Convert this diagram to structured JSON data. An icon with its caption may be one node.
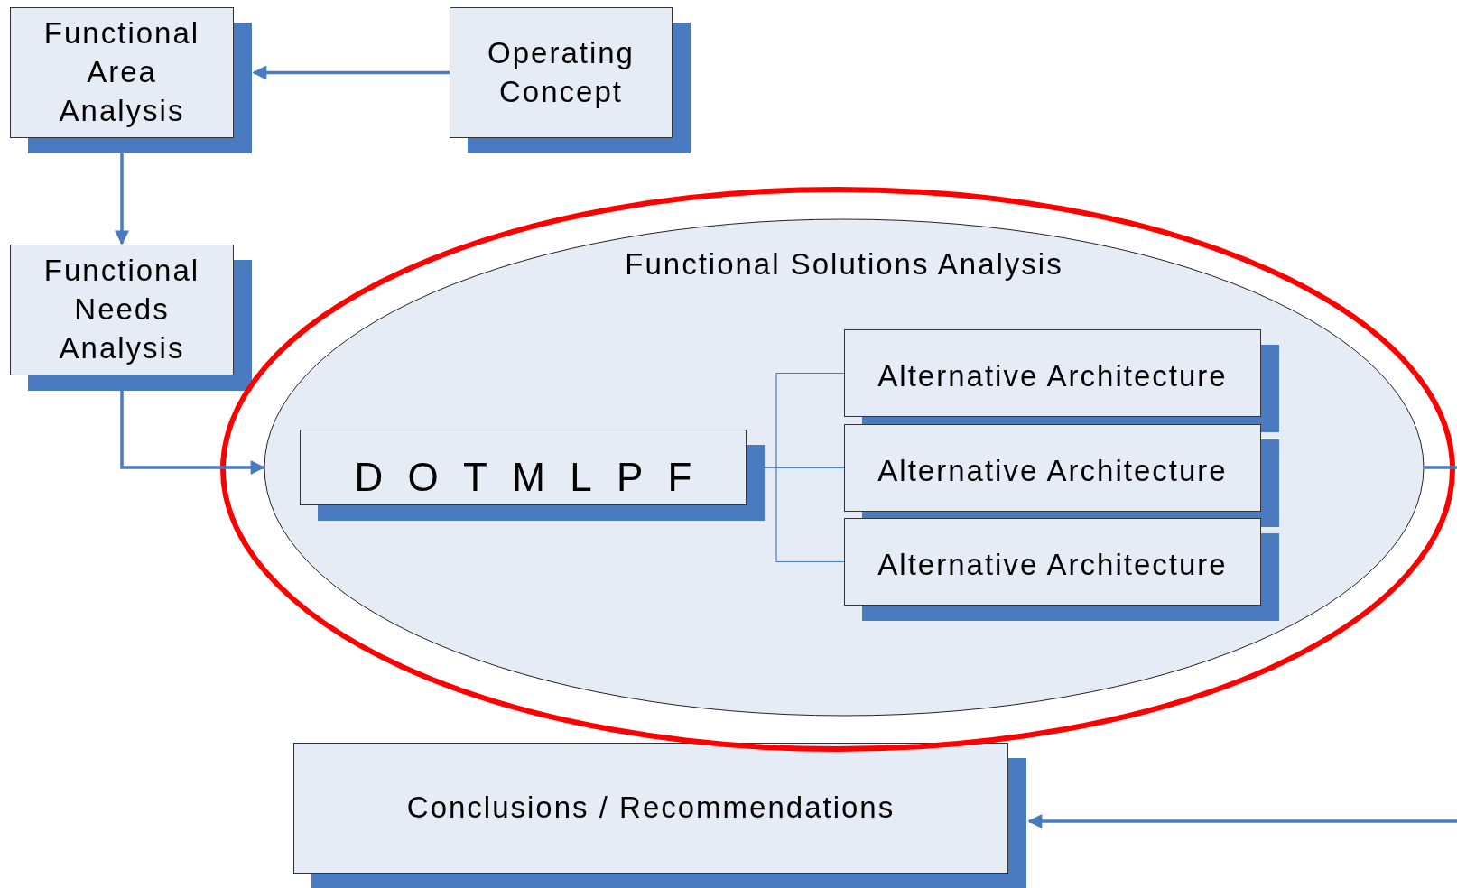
{
  "diagram": {
    "nodes": [
      {
        "text": [
          "Functional Area Analysis"
        ]
      },
      {
        "text": [
          "Operating Concept"
        ]
      },
      {
        "text": [
          "Functional Needs Analysis"
        ]
      },
      {
        "text": [
          "Functional Solutions Analysis"
        ]
      },
      {
        "text": [
          "DOTMLPF"
        ],
        "in": 3
      },
      {
        "text": [
          "Alternative Architecture"
        ],
        "in": 3
      },
      {
        "text": [
          "Alternative Architecture"
        ],
        "in": 3
      },
      {
        "text": [
          "Alternative Architecture"
        ],
        "in": 3
      },
      {
        "text": [
          "Conclusions / Recommendations"
        ]
      }
    ],
    "edges": [
      {
        "from": 1,
        "to": 0,
        "arrow": "to"
      },
      {
        "from": 0,
        "to": 2,
        "arrow": "to"
      },
      {
        "from": 2,
        "to": 3,
        "arrow": "to"
      },
      {
        "from": 4,
        "to": 5,
        "arrow": "none"
      },
      {
        "from": 4,
        "to": 6,
        "arrow": "none"
      },
      {
        "from": 4,
        "to": 7,
        "arrow": "none"
      },
      {
        "from": 3,
        "to": null,
        "arrow": "none"
      },
      {
        "from": null,
        "to": 8,
        "arrow": "to"
      }
    ]
  }
}
